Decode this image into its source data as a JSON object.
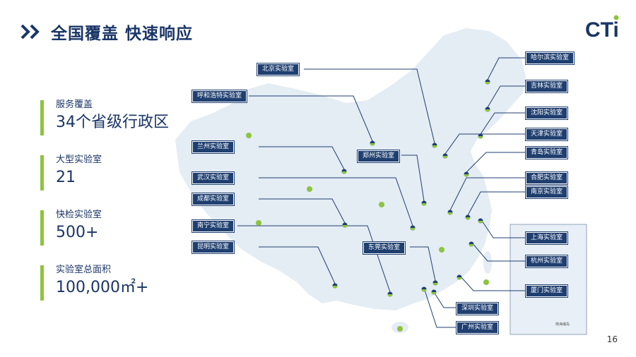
{
  "header": {
    "title": "全国覆盖 快速响应",
    "logo_text": "CTi"
  },
  "stats": [
    {
      "label": "服务覆盖",
      "value": "34个省级行政区"
    },
    {
      "label": "大型实验室",
      "value": "21"
    },
    {
      "label": "快检实验室",
      "value": "500+"
    },
    {
      "label": "实验室总面积",
      "value": "100,000㎡+"
    }
  ],
  "labs": [
    {
      "name": "北京实验室"
    },
    {
      "name": "呼和浩特实验室"
    },
    {
      "name": "兰州实验室"
    },
    {
      "name": "郑州实验室"
    },
    {
      "name": "武汉实验室"
    },
    {
      "name": "成都实验室"
    },
    {
      "name": "南宁实验室"
    },
    {
      "name": "昆明实验室"
    },
    {
      "name": "东莞实验室"
    },
    {
      "name": "深圳实验室"
    },
    {
      "name": "广州实验室"
    },
    {
      "name": "哈尔滨实验室"
    },
    {
      "name": "吉林实验室"
    },
    {
      "name": "沈阳实验室"
    },
    {
      "name": "天津实验室"
    },
    {
      "name": "青岛实验室"
    },
    {
      "name": "合肥实验室"
    },
    {
      "name": "南京实验室"
    },
    {
      "name": "上海实验室"
    },
    {
      "name": "杭州实验室"
    },
    {
      "name": "厦门实验室"
    }
  ],
  "inset_label": "南海诸岛",
  "page_number": "16",
  "colors": {
    "navy": "#1a3567",
    "green": "#8cc43f",
    "map_fill": "#e4ecf4"
  }
}
